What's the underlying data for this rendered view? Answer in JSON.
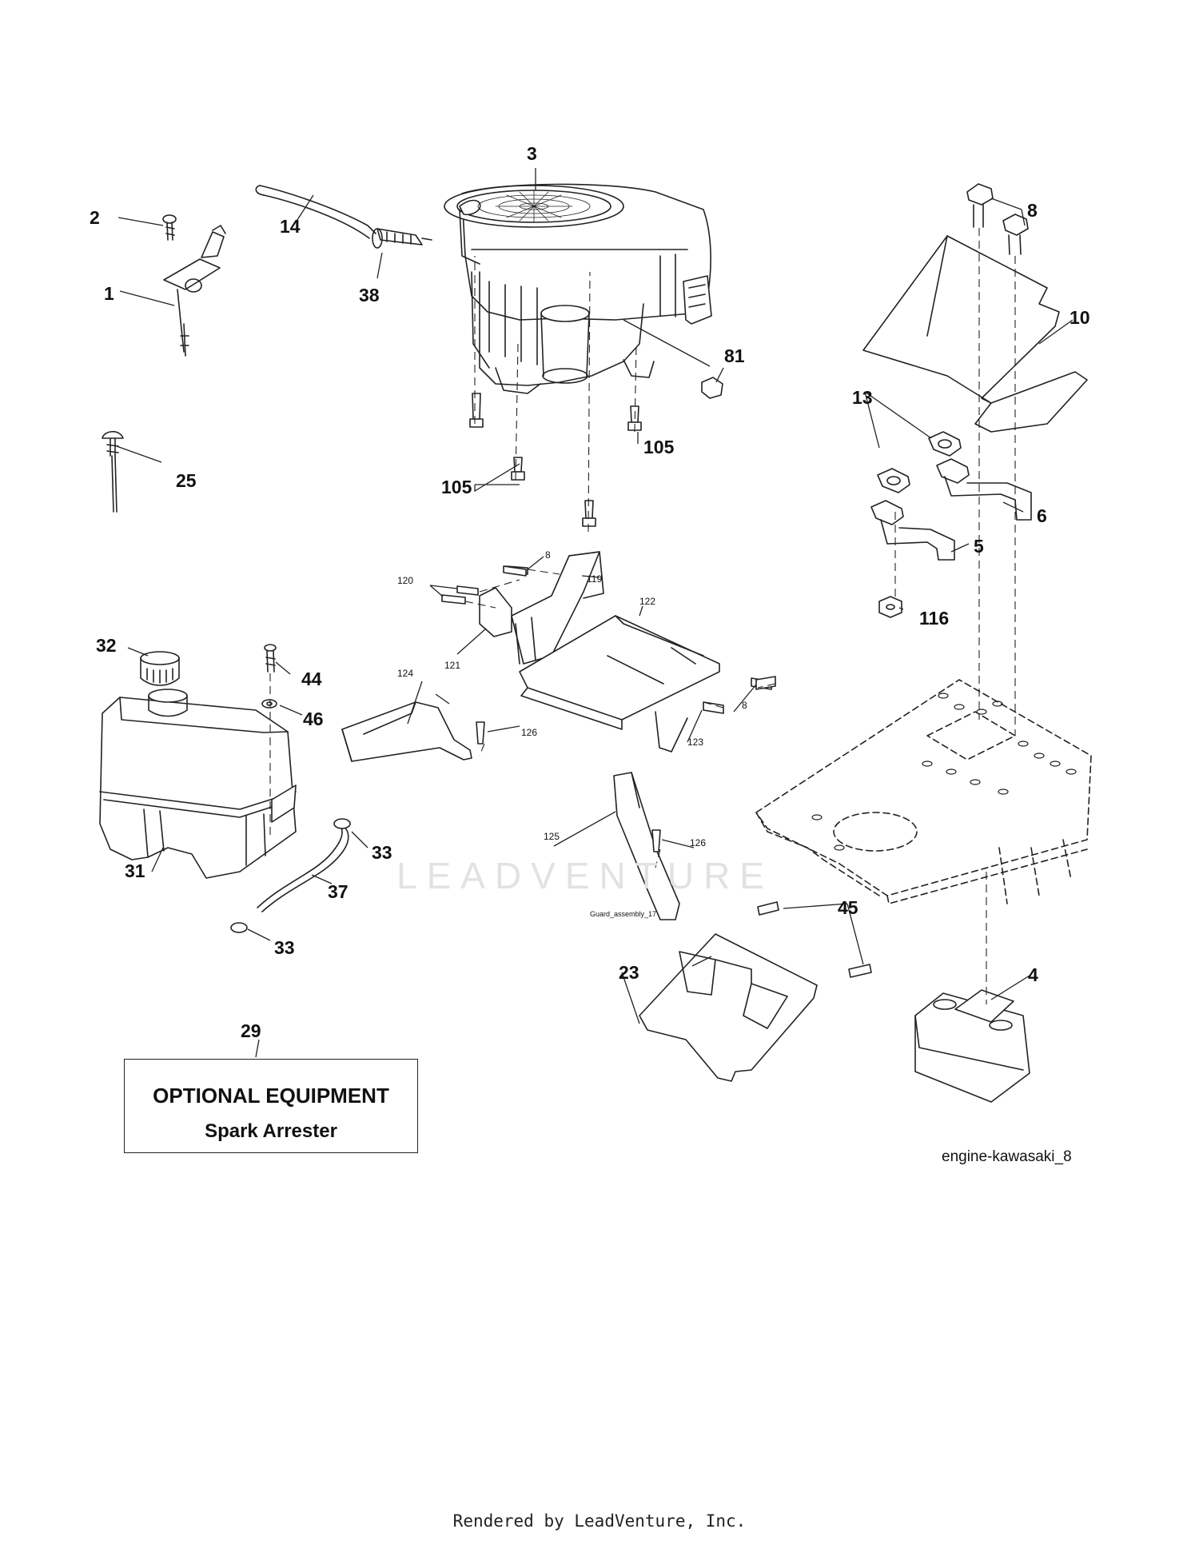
{
  "diagram": {
    "id_label": "engine-kawasaki_8",
    "watermark": "LEADVENTURE",
    "guard_assembly_label": "Guard_assembly_17"
  },
  "callouts": [
    {
      "key": "c1",
      "text": "1"
    },
    {
      "key": "c2",
      "text": "2"
    },
    {
      "key": "c3",
      "text": "3"
    },
    {
      "key": "c4",
      "text": "4"
    },
    {
      "key": "c5",
      "text": "5"
    },
    {
      "key": "c6",
      "text": "6"
    },
    {
      "key": "c8a",
      "text": "8"
    },
    {
      "key": "c8b",
      "text": "8"
    },
    {
      "key": "c8c",
      "text": "8"
    },
    {
      "key": "c10",
      "text": "10"
    },
    {
      "key": "c13",
      "text": "13"
    },
    {
      "key": "c14",
      "text": "14"
    },
    {
      "key": "c23",
      "text": "23"
    },
    {
      "key": "c25",
      "text": "25"
    },
    {
      "key": "c29",
      "text": "29"
    },
    {
      "key": "c31",
      "text": "31"
    },
    {
      "key": "c32",
      "text": "32"
    },
    {
      "key": "c33a",
      "text": "33"
    },
    {
      "key": "c33b",
      "text": "33"
    },
    {
      "key": "c37",
      "text": "37"
    },
    {
      "key": "c38",
      "text": "38"
    },
    {
      "key": "c44",
      "text": "44"
    },
    {
      "key": "c45",
      "text": "45"
    },
    {
      "key": "c46",
      "text": "46"
    },
    {
      "key": "c81",
      "text": "81"
    },
    {
      "key": "c105a",
      "text": "105"
    },
    {
      "key": "c105b",
      "text": "105"
    },
    {
      "key": "c116",
      "text": "116"
    },
    {
      "key": "c119",
      "text": "119"
    },
    {
      "key": "c120",
      "text": "120"
    },
    {
      "key": "c121",
      "text": "121"
    },
    {
      "key": "c122",
      "text": "122"
    },
    {
      "key": "c123",
      "text": "123"
    },
    {
      "key": "c124",
      "text": "124"
    },
    {
      "key": "c125",
      "text": "125"
    },
    {
      "key": "c126a",
      "text": "126"
    },
    {
      "key": "c126b",
      "text": "126"
    }
  ],
  "optional_equipment": {
    "title": "OPTIONAL EQUIPMENT",
    "item": "Spark Arrester"
  },
  "footer": {
    "text": "Rendered by LeadVenture, Inc."
  }
}
